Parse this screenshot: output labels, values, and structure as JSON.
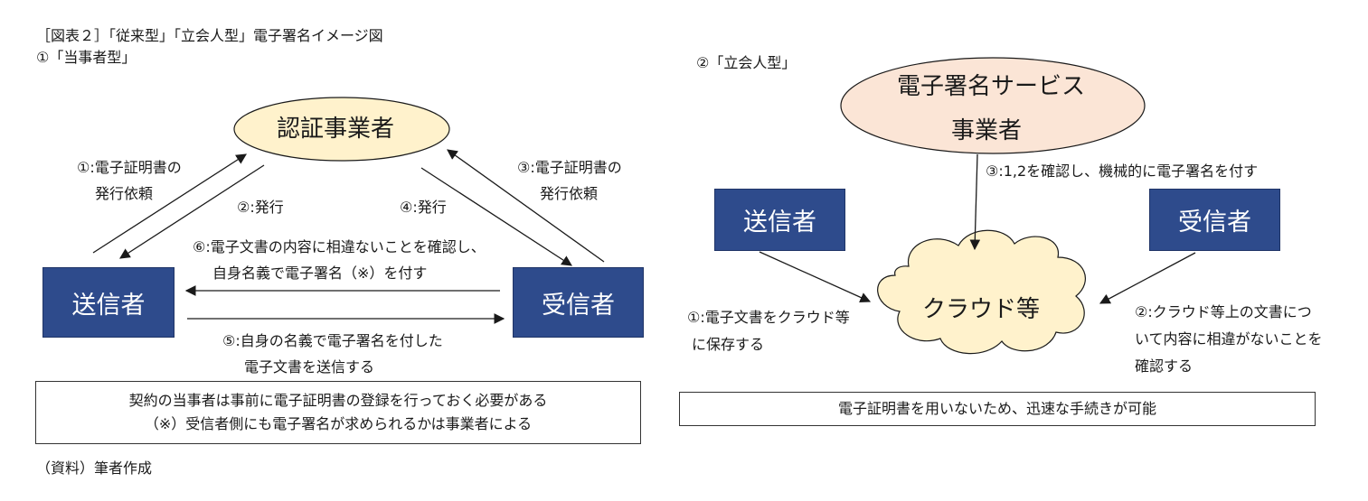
{
  "figure_title": "［図表２］「従来型」「立会人型」電子署名イメージ図",
  "source": "（資料）筆者作成",
  "left": {
    "subtitle": "①「当事者型」",
    "certifier": "認証事業者",
    "sender": "送信者",
    "receiver": "受信者",
    "step1_line1": "①:電子証明書の",
    "step1_line2": "発行依頼",
    "step2": "②:発行",
    "step3_line1": "③:電子証明書の",
    "step3_line2": "発行依頼",
    "step4": "④:発行",
    "step6_line1": "⑥:電子文書の内容に相違ないことを確認し、",
    "step6_line2": "自身名義で電子署名（※）を付す",
    "step5_line1": "⑤:自身の名義で電子署名を付した",
    "step5_line2": "電子文書を送信する",
    "note_line1": "契約の当事者は事前に電子証明書の登録を行っておく必要がある",
    "note_line2": "（※）受信者側にも電子署名が求められるかは事業者による"
  },
  "right": {
    "subtitle": "②「立会人型」",
    "service_line1": "電子署名サービス",
    "service_line2": "事業者",
    "sender": "送信者",
    "receiver": "受信者",
    "cloud": "クラウド等",
    "step3": "③:1,2を確認し、機械的に電子署名を付す",
    "step1_line1": "①:電子文書をクラウド等",
    "step1_line2": "に保存する",
    "step2_line1": "②:クラウド等上の文書につ",
    "step2_line2": "いて内容に相違がないことを",
    "step2_line3": "確認する",
    "note": "電子証明書を用いないため、迅速な手続きが可能"
  },
  "colors": {
    "box_fill": "#2e4b8c",
    "ellipse_left_fill": "#fff2cc",
    "ellipse_right_fill": "#fbe5d6",
    "cloud_fill": "#fff2cc"
  }
}
